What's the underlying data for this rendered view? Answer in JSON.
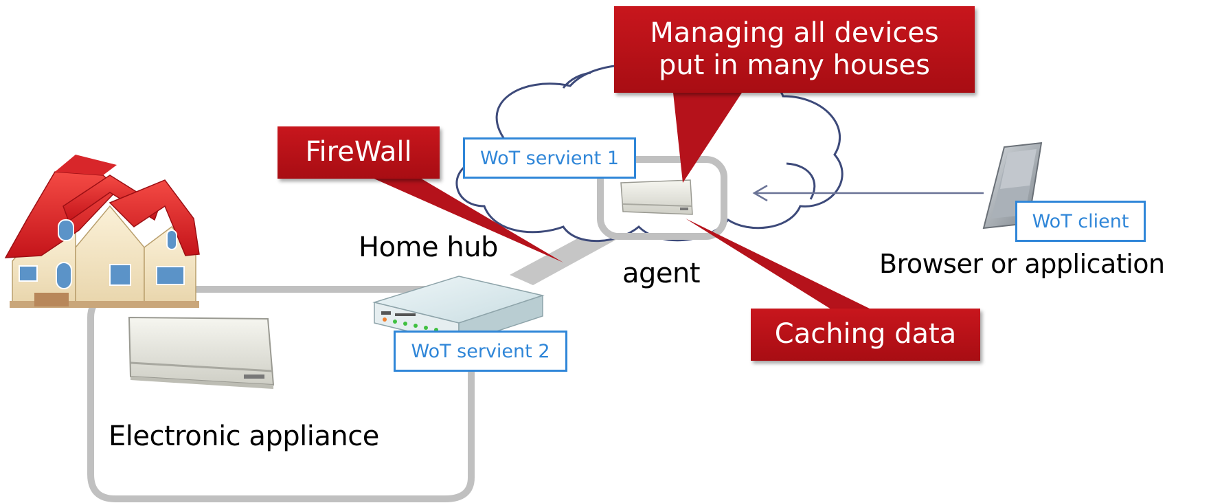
{
  "callouts": {
    "managing": "Managing all devices\nput in many houses",
    "firewall": "FireWall",
    "caching": "Caching data"
  },
  "labels": {
    "home_hub": "Home hub",
    "agent": "agent",
    "browser": "Browser or application",
    "appliance": "Electronic appliance"
  },
  "wot_labels": {
    "servient1": "WoT servient 1",
    "servient2": "WoT servient 2",
    "client": "WoT client"
  },
  "colors": {
    "callout_red": "#b5121b",
    "wot_blue": "#2f86d8",
    "frame_gray": "#c0c0c0",
    "cloud_outline": "#3d4a7a",
    "roof_red": "#e02020"
  }
}
